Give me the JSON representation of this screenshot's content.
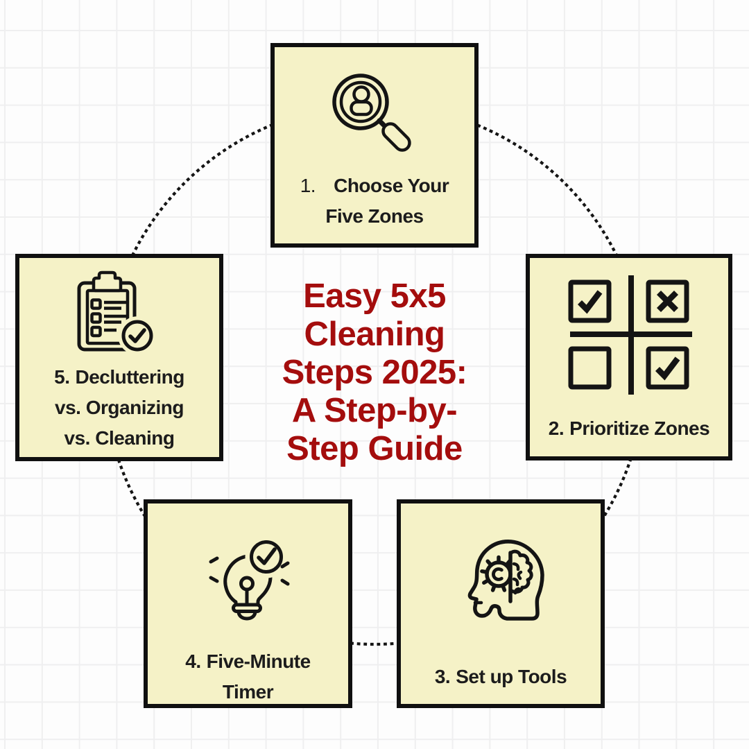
{
  "palette": {
    "box_fill": "#F5F2C7",
    "box_border": "#101010",
    "title_color": "#A40D0D",
    "label_color": "#1C1C1C",
    "dotted_ring_color": "#151515",
    "grid_line_color": "#EFEFF0",
    "background_color": "#FDFDFD"
  },
  "center": {
    "title": "Easy 5x5\nCleaning\nSteps 2025:\nA Step-by-\nStep Guide"
  },
  "steps": [
    {
      "number": "1.",
      "label": "Choose Your\nFive Zones",
      "icon": "user-search-magnifier-icon"
    },
    {
      "number": "2.",
      "label": "Prioritize Zones",
      "icon": "priority-matrix-icon"
    },
    {
      "number": "3.",
      "label": "Set up Tools",
      "icon": "head-gear-brain-icon"
    },
    {
      "number": "4.",
      "label": "Five-Minute\nTimer",
      "icon": "lightbulb-check-icon"
    },
    {
      "number": "5.",
      "label": "Decluttering\nvs. Organizing\nvs. Cleaning",
      "icon": "clipboard-checklist-icon"
    }
  ]
}
